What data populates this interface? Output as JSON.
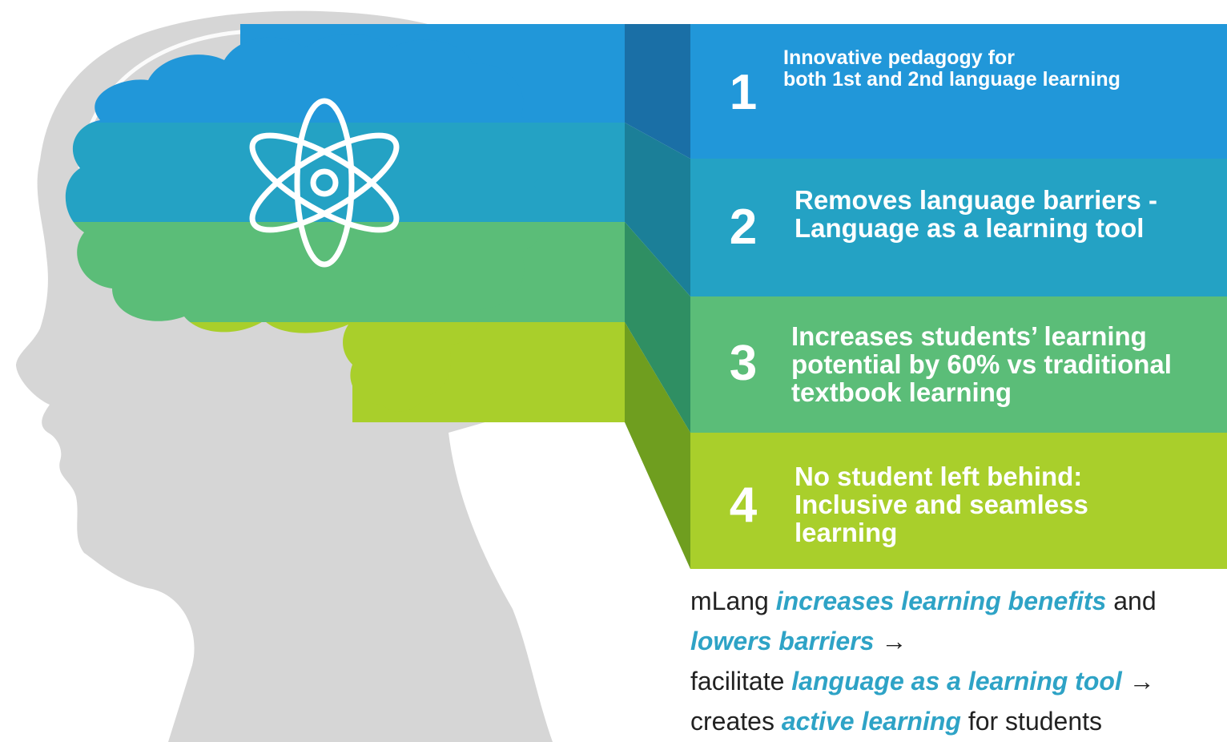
{
  "colors": {
    "head": "#d6d6d6",
    "band_blue": "#2197d9",
    "band_teal": "#24a2c4",
    "band_green": "#5bbd78",
    "band_lime": "#a9cf2b",
    "side_blue": "#1a6fa6",
    "side_teal": "#1b7f98",
    "side_green": "#2f8f63",
    "side_lime": "#6f9e1f",
    "accent_text": "#2ea3c6"
  },
  "brain_icon": "atom-icon",
  "cards": [
    {
      "number": "1",
      "text": "Innovative pedagogy for\nboth 1st and 2nd language learning"
    },
    {
      "number": "2",
      "text": "Removes language barriers -\nLanguage as a learning tool"
    },
    {
      "number": "3",
      "text": "Increases students’ learning\npotential by 60% vs traditional\ntextbook learning"
    },
    {
      "number": "4",
      "text": "No student left behind:\nInclusive and seamless\nlearning"
    }
  ],
  "summary": {
    "l1_a": "mLang ",
    "l1_em": "increases learning benefits",
    "l1_b": " and",
    "l2_em": "lowers barriers",
    "l2_b": " →",
    "l3_a": "facilitate ",
    "l3_em": "language as a learning tool",
    "l3_b": " →",
    "l4_a": "creates ",
    "l4_em": "active learning",
    "l4_b": " for students"
  }
}
